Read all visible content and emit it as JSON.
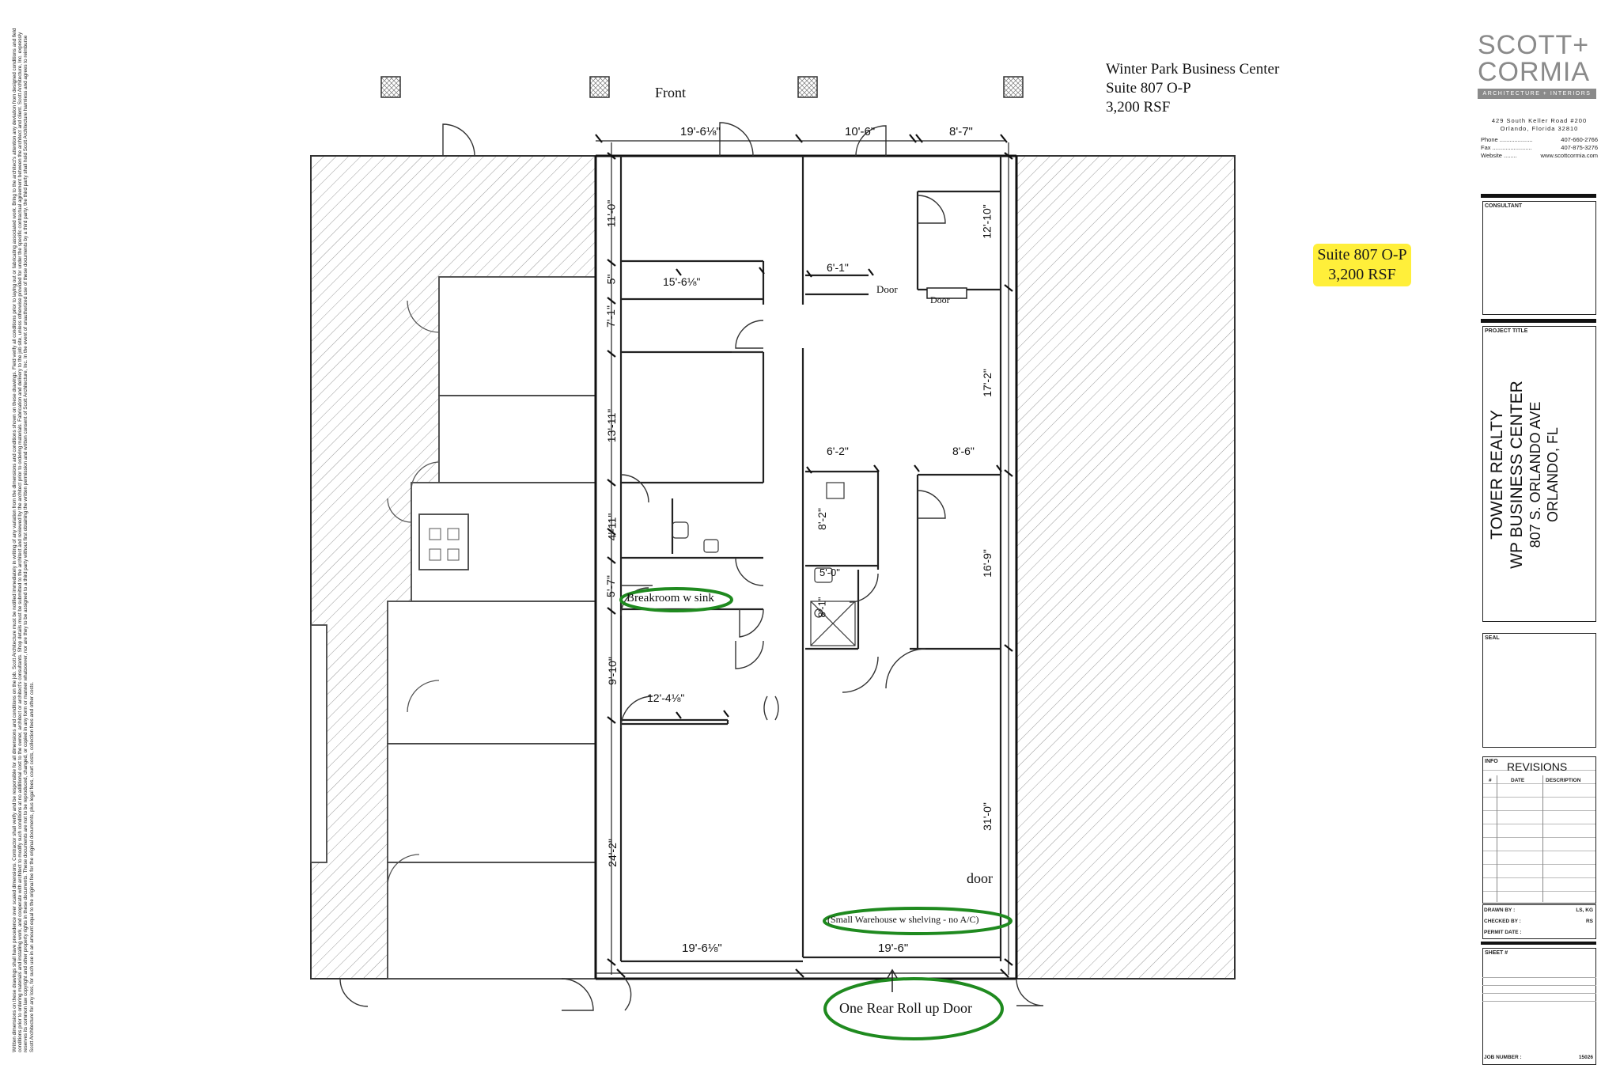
{
  "disclaimer": "Written dimensions on these drawings shall have precedence over scaled dimensions. Contractor shall verify and be responsible for all dimensions and conditions on the job. Scott Architecture must be notified immediately in writing of any variation from the dimensions and conditions shown on these drawings. Field verify all conditions prior to laying out or fabricating associated work. Bring to the architect's attention any deviation from designed conditions and field conditions prior to ordering materials and installing work, and cooperate with architect to modify such conditions at no additional cost to the owner, architect or architect's consultants. Shop details must be submitted to the architect and reviewed by the architect prior to ordering materials. Fabrication and delivery to the job site, unless otherwise provided for under the specific contractual agreement between the architect and client. Scott Architecture, Inc. expressly reserves its common law copyright and other property rights in these documents. These documents are not to be reproduced, changed, or copied in any form or manner whatsoever, nor are they to be assigned to a third party without first obtaining the written permission and written consent of Scott Architecture, Inc. In the event of unauthorized use of these documents by a third party, the third party shall hold Scott Architecture harmless and agrees to reimburse Scott Architecture for any loss, for such use in an amount equal to the original fee for the original documents, plus legal fees, court costs, collection fees and other costs.",
  "header": {
    "line1": "Winter Park Business Center",
    "line2": "Suite 807 O-P",
    "line3": "3,200 RSF"
  },
  "highlight": {
    "line1": "Suite 807  O-P",
    "line2": "3,200 RSF",
    "color": "#ffef3a"
  },
  "plan": {
    "front_label": "Front",
    "door_labels": {
      "door_a": "Door",
      "door_b": "Door",
      "door_c": "door"
    },
    "dimensions": {
      "top_left": "19'-6⅛\"",
      "top_mid": "10'-6\"",
      "top_right": "8'-7\"",
      "left_1": "11'-0\"",
      "left_2": "5\"",
      "left_3": "7'-1\"",
      "left_4": "13'-11\"",
      "left_5": "4'-11\"",
      "left_6": "5'-7\"",
      "left_7": "9'-10\"",
      "left_8": "24'-2\"",
      "room_1": "15'-6⅛\"",
      "room_2": "6'-1\"",
      "room_3": "6'-2\"",
      "room_4": "8'-6\"",
      "room_5": "12'-4⅛\"",
      "v_1": "8'-2\"",
      "v_2": "5'-0\"",
      "v_3": "8'-1\"",
      "right_1": "12'-10\"",
      "right_2": "17'-2\"",
      "right_3": "16'-9\"",
      "right_4": "31'-0\"",
      "bottom_left": "19'-6⅛\"",
      "bottom_right": "19'-6\""
    },
    "callouts": {
      "breakroom": "Breakroom w sink",
      "warehouse": "(Small Warehouse w shelving - no A/C)",
      "rollup": "One Rear Roll up Door"
    },
    "callout_color": "#1f8a1f"
  },
  "titleblock": {
    "logo_line1": "SCOTT+",
    "logo_line2": "CORMIA",
    "logo_tagline": "ARCHITECTURE + INTERIORS",
    "address_line1": "429 South Keller Road #200",
    "address_line2": "Orlando, Florida 32810",
    "phone_label": "Phone ....................",
    "phone": "407-660-2766",
    "fax_label": "Fax ........................",
    "fax": "407-875-3276",
    "website_label": "Website ........",
    "website": "www.scottcormia.com",
    "consultant_label": "CONSULTANT",
    "project_title_label": "PROJECT TITLE",
    "project_line1": "TOWER REALTY",
    "project_line2": "WP BUSINESS CENTER",
    "project_line3": "807 S. ORLANDO AVE",
    "project_line4": "ORLANDO, FL",
    "seal_label": "SEAL",
    "info_label": "INFO",
    "revisions_label": "REVISIONS",
    "rev_col_num": "#",
    "rev_col_date": "DATE",
    "rev_col_desc": "DESCRIPTION",
    "drawn_by_label": "DRAWN BY :",
    "drawn_by": "LS, KG",
    "checked_by_label": "CHECKED BY :",
    "checked_by": "RS",
    "permit_date_label": "PERMIT DATE :",
    "sheet_label": "SHEET #",
    "job_number_label": "JOB NUMBER :",
    "job_number": "15026"
  }
}
